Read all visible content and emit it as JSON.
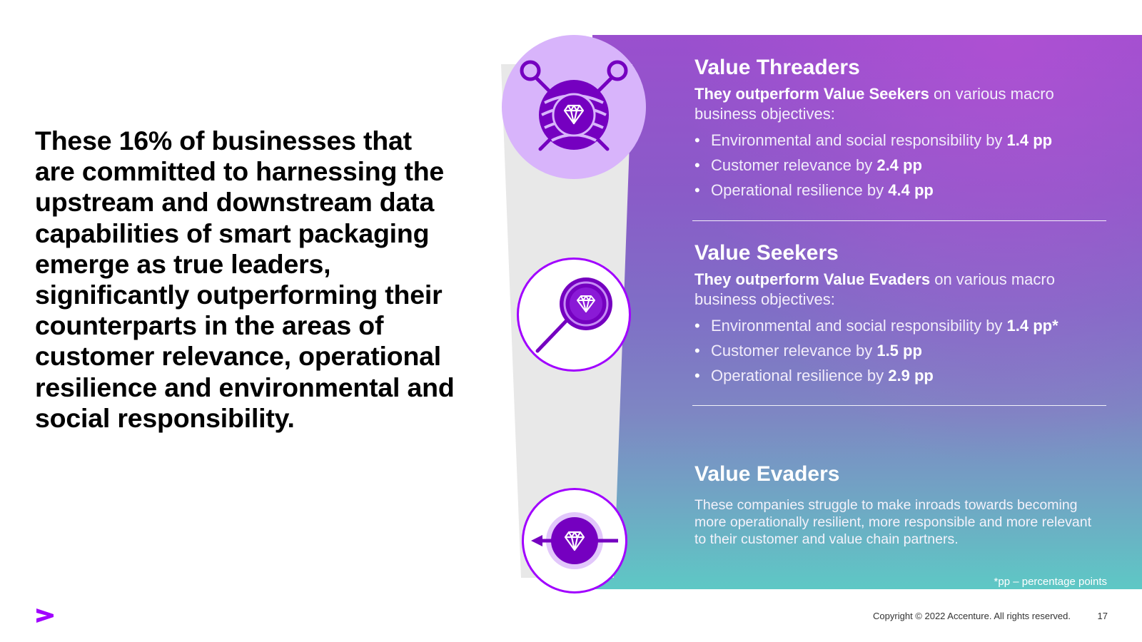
{
  "headline": "These 16% of businesses that are committed to harnessing the upstream and downstream data capabilities of smart packaging emerge as true leaders, significantly outperforming their counterparts in the areas of customer relevance, operational resilience and environmental and social responsibility.",
  "colors": {
    "accent": "#A100FF",
    "badge_fill": "#D8B4FB",
    "icon_purple": "#7500C0",
    "panel_top": "#9A4FCE",
    "panel_bottom": "#5EC8C5"
  },
  "icons": [
    "yarn-ball-knitting-needles-icon",
    "magnifying-glass-icon",
    "reverse-arrow-icon",
    "diamond-icon",
    "accenture-logo"
  ],
  "segments": {
    "threaders": {
      "title": "Value Threaders",
      "lead_bold": "They outperform Value Seekers",
      "lead_rest": " on various macro business objectives:",
      "items": [
        {
          "label": "Environmental and social responsibility by ",
          "value": "1.4 pp"
        },
        {
          "label": "Customer relevance by ",
          "value": "2.4 pp"
        },
        {
          "label": "Operational resilience by ",
          "value": "4.4 pp"
        }
      ]
    },
    "seekers": {
      "title": "Value Seekers",
      "lead_bold": "They outperform Value Evaders",
      "lead_rest": " on various macro business objectives:",
      "items": [
        {
          "label": "Environmental and social responsibility by ",
          "value": "1.4 pp*"
        },
        {
          "label": "Customer relevance by ",
          "value": "1.5 pp"
        },
        {
          "label": "Operational resilience by ",
          "value": "2.9 pp"
        }
      ]
    },
    "evaders": {
      "title": "Value Evaders",
      "description": "These companies struggle to make inroads towards becoming more operationally resilient, more responsible and more relevant to their customer and value chain partners."
    }
  },
  "footnote": "*pp – percentage points",
  "footer": {
    "copyright": "Copyright © 2022 Accenture. All rights reserved.",
    "page_number": "17"
  }
}
